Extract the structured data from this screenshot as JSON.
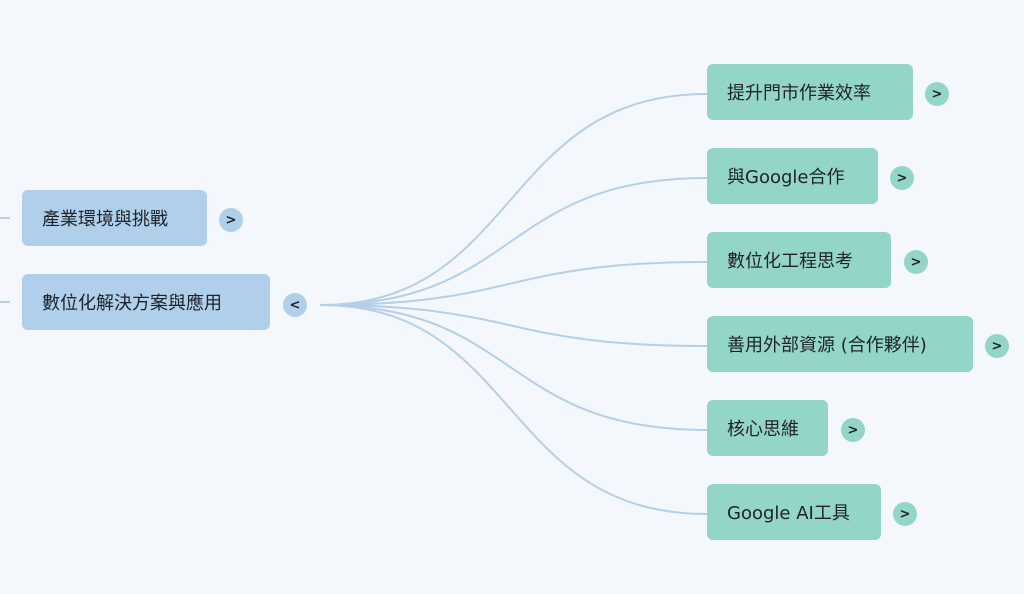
{
  "left_nodes": [
    {
      "label": "產業環境與挑戰",
      "toggle": ">"
    },
    {
      "label": "數位化解決方案與應用",
      "toggle": "<"
    }
  ],
  "right_nodes": [
    {
      "label": "提升門市作業效率",
      "toggle": ">"
    },
    {
      "label": "與Google合作",
      "toggle": ">"
    },
    {
      "label": "數位化工程思考",
      "toggle": ">"
    },
    {
      "label": "善用外部資源 (合作夥伴)",
      "toggle": ">"
    },
    {
      "label": "核心思維",
      "toggle": ">"
    },
    {
      "label": "Google AI工具",
      "toggle": ">"
    }
  ],
  "colors": {
    "background": "#f4f8fd",
    "parent_node": "#b0cfea",
    "child_node": "#93d5c8",
    "link": "#b5cfe8"
  }
}
